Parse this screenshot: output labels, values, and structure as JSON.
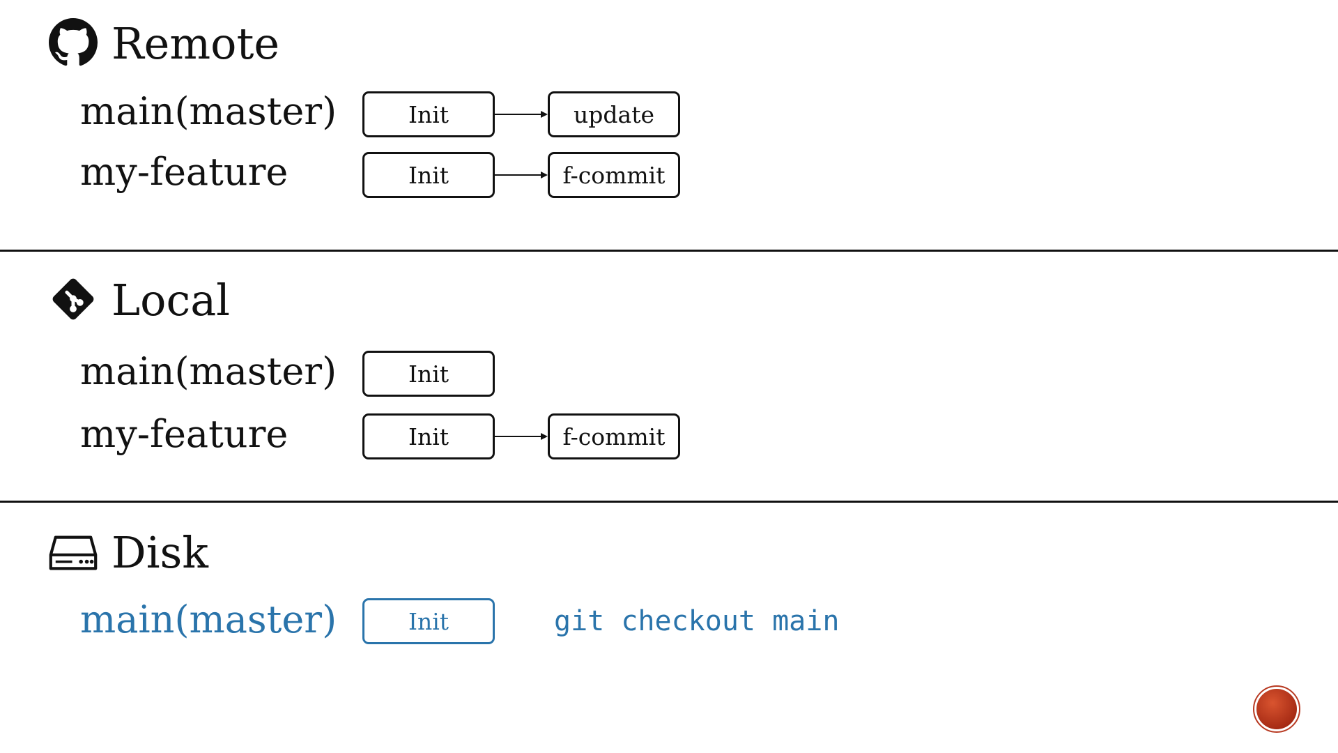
{
  "colors": {
    "text": "#111111",
    "accent": "#2a74ab",
    "nav_dot": "#c0351f"
  },
  "sections": {
    "remote": {
      "title": "Remote",
      "icon": "github-octocat-icon",
      "branches": [
        {
          "label": "main(master)",
          "commits": [
            "Init",
            "update"
          ]
        },
        {
          "label": "my-feature",
          "commits": [
            "Init",
            "f-commit"
          ]
        }
      ]
    },
    "local": {
      "title": "Local",
      "icon": "git-logo-icon",
      "branches": [
        {
          "label": "main(master)",
          "commits": [
            "Init"
          ]
        },
        {
          "label": "my-feature",
          "commits": [
            "Init",
            "f-commit"
          ]
        }
      ]
    },
    "disk": {
      "title": "Disk",
      "icon": "hard-drive-icon",
      "branches": [
        {
          "label": "main(master)",
          "commits": [
            "Init"
          ]
        }
      ],
      "command": "git checkout main"
    }
  },
  "nav": {
    "icon": "slide-nav-dot-icon"
  }
}
